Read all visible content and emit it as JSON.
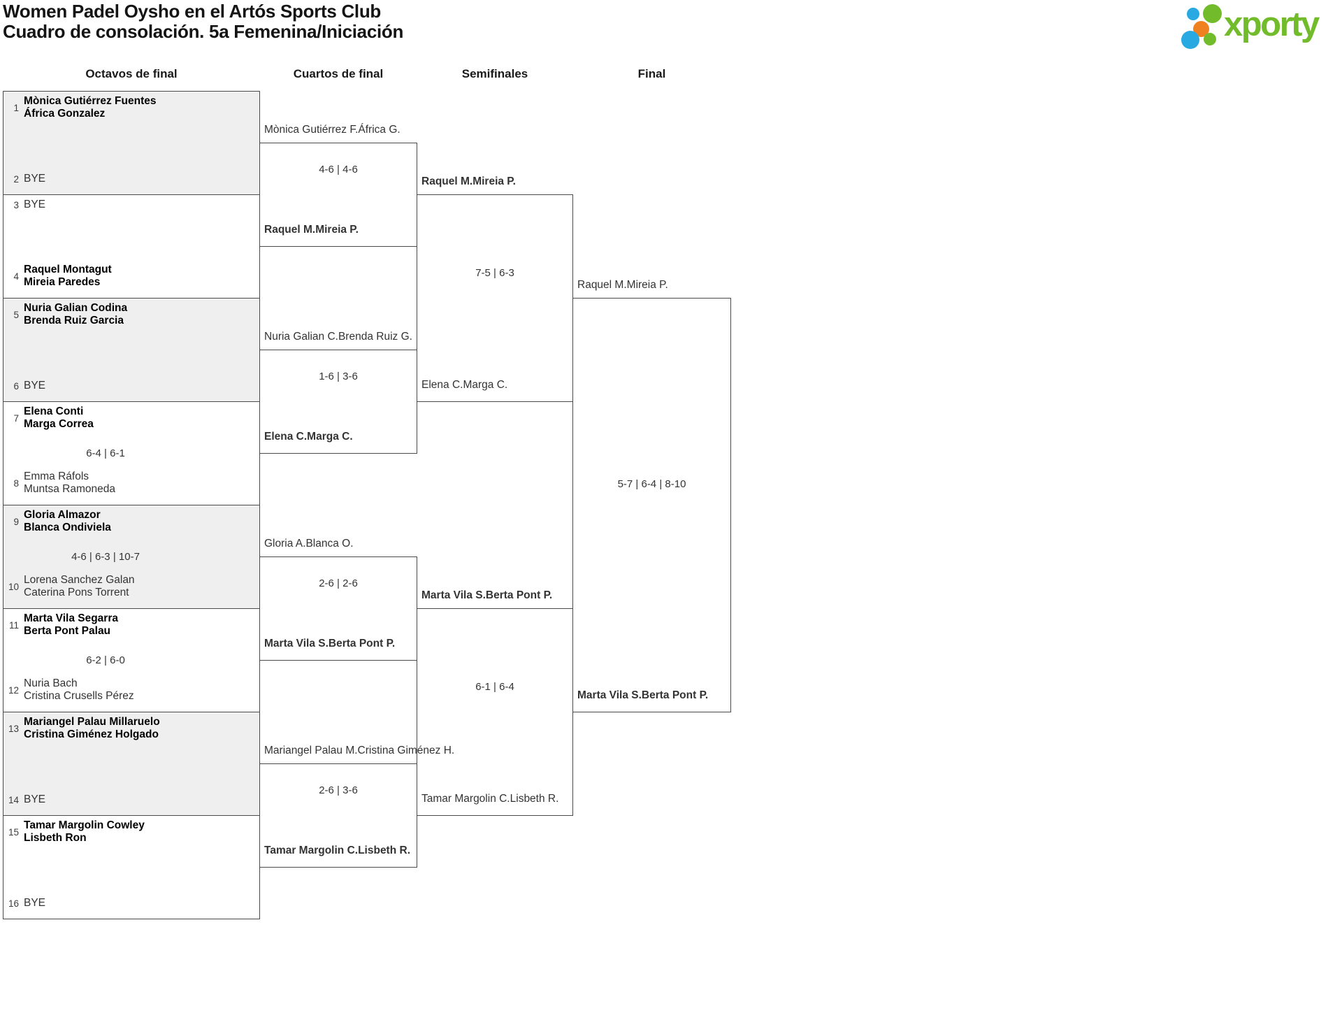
{
  "title": {
    "line1": "Women Padel Oysho en el Artós Sports Club",
    "line2": "Cuadro de consolación. 5a Femenina/Iniciación"
  },
  "logo": {
    "text": "xporty",
    "green": "#72bb2a",
    "blue": "#29a9e1",
    "orange": "#f08121"
  },
  "round_headers": [
    {
      "label": "Octavos de final"
    },
    {
      "label": "Cuartos de final"
    },
    {
      "label": "Semifinales"
    },
    {
      "label": "Final"
    }
  ],
  "bracket": {
    "r16": [
      {
        "shaded": true,
        "score": "",
        "slots": [
          {
            "n": "1",
            "winner": true,
            "lines": [
              "Mònica Gutiérrez Fuentes",
              "África Gonzalez"
            ]
          },
          {
            "n": "2",
            "winner": false,
            "lines": [
              "BYE"
            ]
          }
        ]
      },
      {
        "shaded": false,
        "score": "",
        "slots": [
          {
            "n": "3",
            "winner": false,
            "lines": [
              "BYE"
            ]
          },
          {
            "n": "4",
            "winner": true,
            "lines": [
              "Raquel Montagut",
              "Mireia Paredes"
            ]
          }
        ]
      },
      {
        "shaded": true,
        "score": "",
        "slots": [
          {
            "n": "5",
            "winner": true,
            "lines": [
              "Nuria Galian Codina",
              "Brenda Ruiz Garcia"
            ]
          },
          {
            "n": "6",
            "winner": false,
            "lines": [
              "BYE"
            ]
          }
        ]
      },
      {
        "shaded": false,
        "score": "6-4 | 6-1",
        "slots": [
          {
            "n": "7",
            "winner": true,
            "lines": [
              "Elena Conti",
              "Marga Correa"
            ]
          },
          {
            "n": "8",
            "winner": false,
            "lines": [
              "Emma Ráfols",
              "Muntsa Ramoneda"
            ]
          }
        ]
      },
      {
        "shaded": true,
        "score": "4-6 | 6-3 | 10-7",
        "slots": [
          {
            "n": "9",
            "winner": true,
            "lines": [
              "Gloria Almazor",
              "Blanca Ondiviela"
            ]
          },
          {
            "n": "10",
            "winner": false,
            "lines": [
              "Lorena Sanchez Galan",
              "Caterina Pons Torrent"
            ]
          }
        ]
      },
      {
        "shaded": false,
        "score": "6-2 | 6-0",
        "slots": [
          {
            "n": "11",
            "winner": true,
            "lines": [
              "Marta Vila Segarra",
              "Berta Pont Palau"
            ]
          },
          {
            "n": "12",
            "winner": false,
            "lines": [
              "Nuria Bach",
              "Cristina Crusells Pérez"
            ]
          }
        ]
      },
      {
        "shaded": true,
        "score": "",
        "slots": [
          {
            "n": "13",
            "winner": true,
            "lines": [
              "Mariangel Palau Millaruelo",
              "Cristina Giménez Holgado"
            ]
          },
          {
            "n": "14",
            "winner": false,
            "lines": [
              "BYE"
            ]
          }
        ]
      },
      {
        "shaded": false,
        "score": "",
        "slots": [
          {
            "n": "15",
            "winner": true,
            "lines": [
              "Tamar Margolin Cowley",
              "Lisbeth Ron"
            ]
          },
          {
            "n": "16",
            "winner": false,
            "lines": [
              "BYE"
            ]
          }
        ]
      }
    ],
    "quarterfinals": [
      {
        "score": "4-6 | 4-6",
        "top": {
          "winner": false,
          "lines": [
            "Mònica Gutiérrez F.",
            "África G."
          ]
        },
        "bottom": {
          "winner": true,
          "lines": [
            "Raquel M.",
            "Mireia P."
          ]
        }
      },
      {
        "score": "1-6 | 3-6",
        "top": {
          "winner": false,
          "lines": [
            "Nuria Galian C.",
            "Brenda Ruiz G."
          ]
        },
        "bottom": {
          "winner": true,
          "lines": [
            "Elena C.",
            "Marga C."
          ]
        }
      },
      {
        "score": "2-6 | 2-6",
        "top": {
          "winner": false,
          "lines": [
            "Gloria A.",
            "Blanca O."
          ]
        },
        "bottom": {
          "winner": true,
          "lines": [
            "Marta Vila S.",
            "Berta Pont P."
          ]
        }
      },
      {
        "score": "2-6 | 3-6",
        "top": {
          "winner": false,
          "lines": [
            "Mariangel Palau M.",
            "Cristina Giménez H."
          ]
        },
        "bottom": {
          "winner": true,
          "lines": [
            "Tamar Margolin C.",
            "Lisbeth R."
          ]
        }
      }
    ],
    "semifinals": [
      {
        "score": "7-5 | 6-3",
        "top": {
          "winner": true,
          "lines": [
            "Raquel M.",
            "Mireia P."
          ]
        },
        "bottom": {
          "winner": false,
          "lines": [
            "Elena C.",
            "Marga C."
          ]
        }
      },
      {
        "score": "6-1 | 6-4",
        "top": {
          "winner": true,
          "lines": [
            "Marta Vila S.",
            "Berta Pont P."
          ]
        },
        "bottom": {
          "winner": false,
          "lines": [
            "Tamar Margolin C.",
            "Lisbeth R."
          ]
        }
      }
    ],
    "final": {
      "score": "5-7 | 6-4 | 8-10",
      "top": {
        "winner": false,
        "lines": [
          "Raquel M.",
          "Mireia P."
        ]
      },
      "bottom": {
        "winner": true,
        "lines": [
          "Marta Vila S.",
          "Berta Pont P."
        ]
      }
    }
  }
}
